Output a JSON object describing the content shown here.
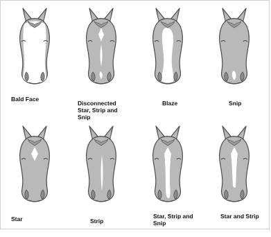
{
  "colors": {
    "coat": "#b9b9b9",
    "outline": "#4a4a4a",
    "marking": "#ffffff",
    "background": "#ffffff",
    "caption": "#111111"
  },
  "horses": [
    {
      "id": "bald-face",
      "marking": "bald-face",
      "caption": [
        "Bald Face"
      ]
    },
    {
      "id": "disconnected",
      "marking": "disconnected",
      "caption": [
        "Disconnected",
        "Star, Strip and",
        "Snip"
      ]
    },
    {
      "id": "blaze",
      "marking": "blaze",
      "caption": [
        "Blaze"
      ]
    },
    {
      "id": "snip",
      "marking": "snip",
      "caption": [
        "Snip"
      ]
    },
    {
      "id": "star",
      "marking": "star",
      "caption": [
        "Star"
      ]
    },
    {
      "id": "strip",
      "marking": "strip",
      "caption": [
        "Strip"
      ]
    },
    {
      "id": "star-strip-snip",
      "marking": "star-strip-snip",
      "caption": [
        "Star, Strip and",
        "Snip"
      ]
    },
    {
      "id": "star-and-strip",
      "marking": "star-and-strip",
      "caption": [
        "Star and Strip"
      ]
    }
  ]
}
